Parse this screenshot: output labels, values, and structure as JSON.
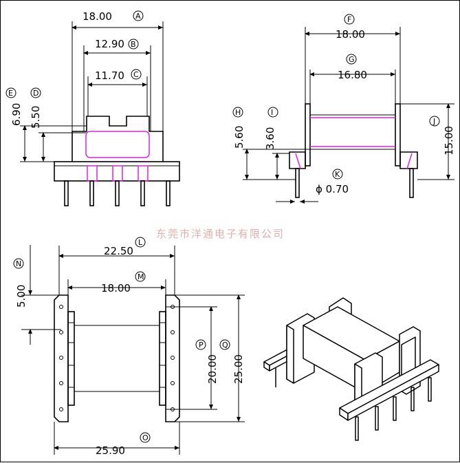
{
  "watermark": "东莞市洋通电子有限公司",
  "dimensions": {
    "A": {
      "letter": "A",
      "value": "18.00"
    },
    "B": {
      "letter": "B",
      "value": "12.90"
    },
    "C": {
      "letter": "C",
      "value": "11.70"
    },
    "D": {
      "letter": "D",
      "value": "5.50"
    },
    "E": {
      "letter": "E",
      "value": "6.90"
    },
    "F": {
      "letter": "F",
      "value": "18.00"
    },
    "G": {
      "letter": "G",
      "value": "16.80"
    },
    "H": {
      "letter": "H",
      "value": "5.60"
    },
    "I": {
      "letter": "I",
      "value": "3.60"
    },
    "J": {
      "letter": "J",
      "value": "15.00"
    },
    "K": {
      "letter": "K",
      "value": "ϕ 0.70"
    },
    "L": {
      "letter": "L",
      "value": "22.50"
    },
    "M": {
      "letter": "M",
      "value": "18.00"
    },
    "N": {
      "letter": "N",
      "value": "5.00"
    },
    "O": {
      "letter": "O",
      "value": "25.90"
    },
    "P": {
      "letter": "P",
      "value": "20.00"
    },
    "Q": {
      "letter": "Q",
      "value": "25.00"
    }
  },
  "colors": {
    "line": "#000000",
    "bobbin_window": "#e020e0",
    "watermark": "#e0b0b0"
  }
}
